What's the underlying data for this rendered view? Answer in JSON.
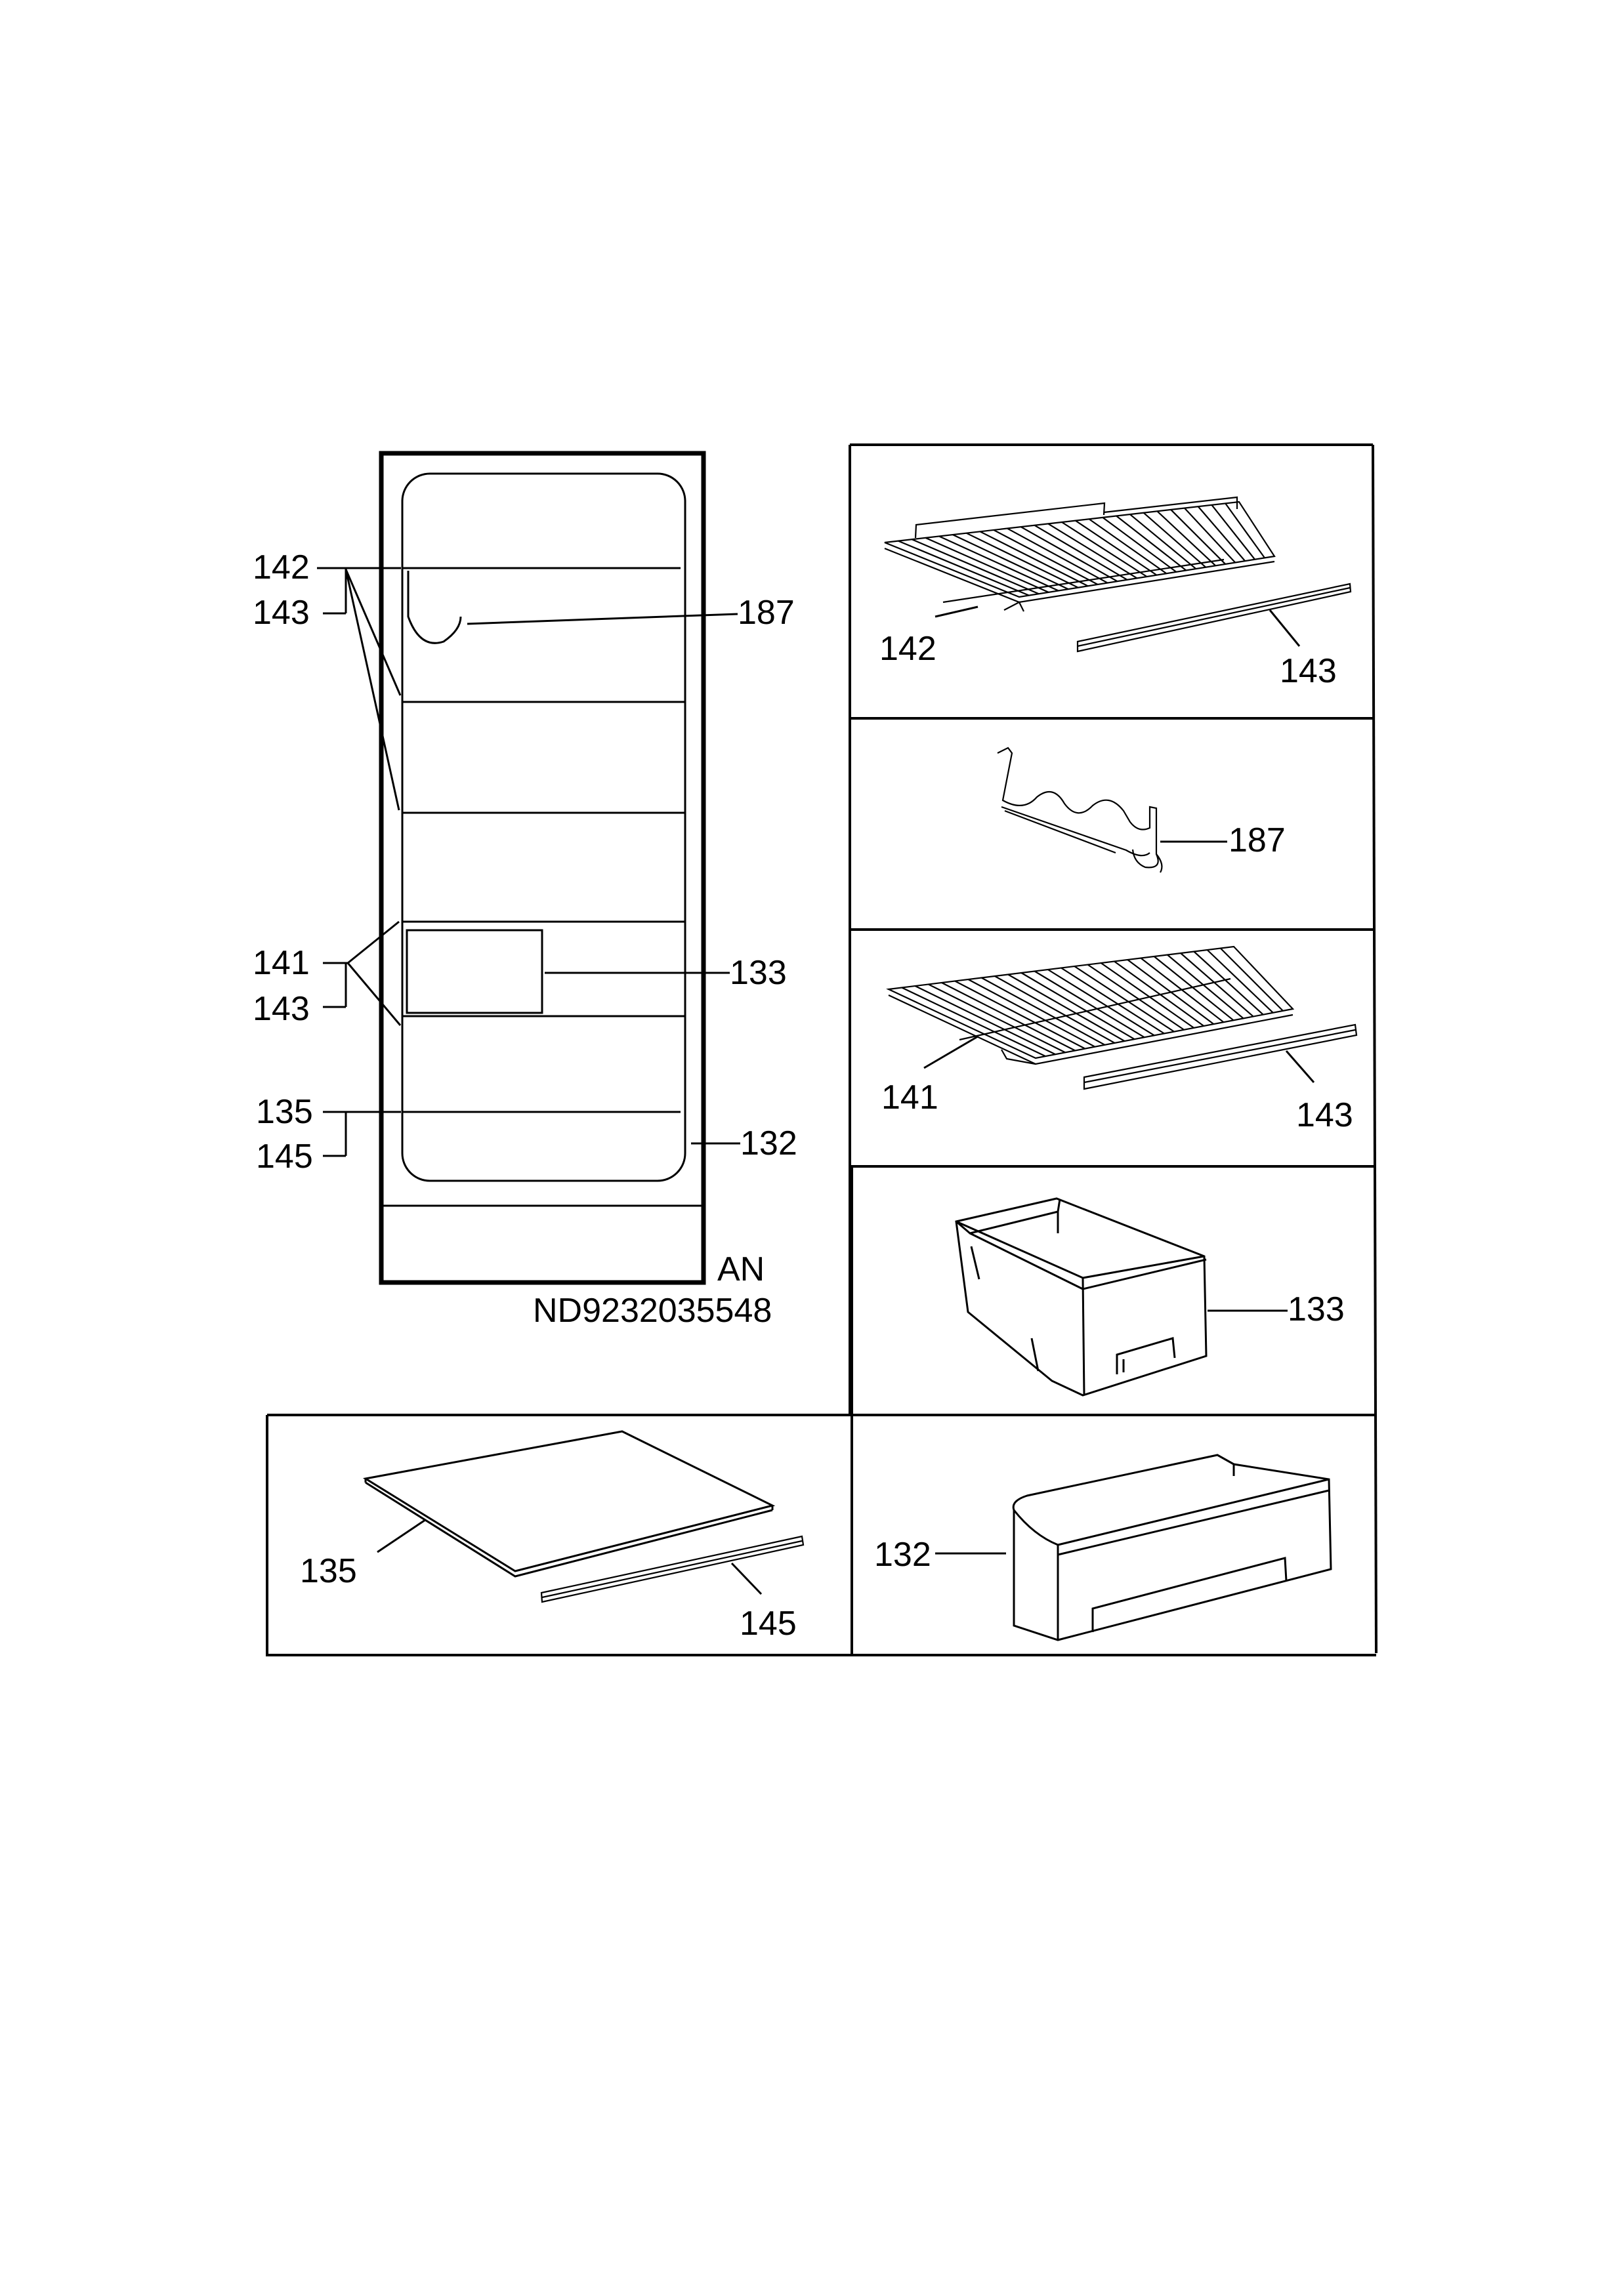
{
  "overview": {
    "callouts": {
      "c142": "142",
      "c143a": "143",
      "c187": "187",
      "c141": "141",
      "c143b": "143",
      "c133": "133",
      "c135": "135",
      "c145": "145",
      "c132": "132"
    },
    "model_code": "AN",
    "drawing_number": "ND9232035548"
  },
  "parts": {
    "shelf_142": {
      "shelf_label": "142",
      "rail_label": "143"
    },
    "bottle_rack_187": {
      "label": "187"
    },
    "shelf_141": {
      "shelf_label": "141",
      "rail_label": "143"
    },
    "drawer_133": {
      "label": "133"
    },
    "glass_135": {
      "shelf_label": "135",
      "rail_label": "145"
    },
    "crisper_132": {
      "label": "132"
    }
  }
}
